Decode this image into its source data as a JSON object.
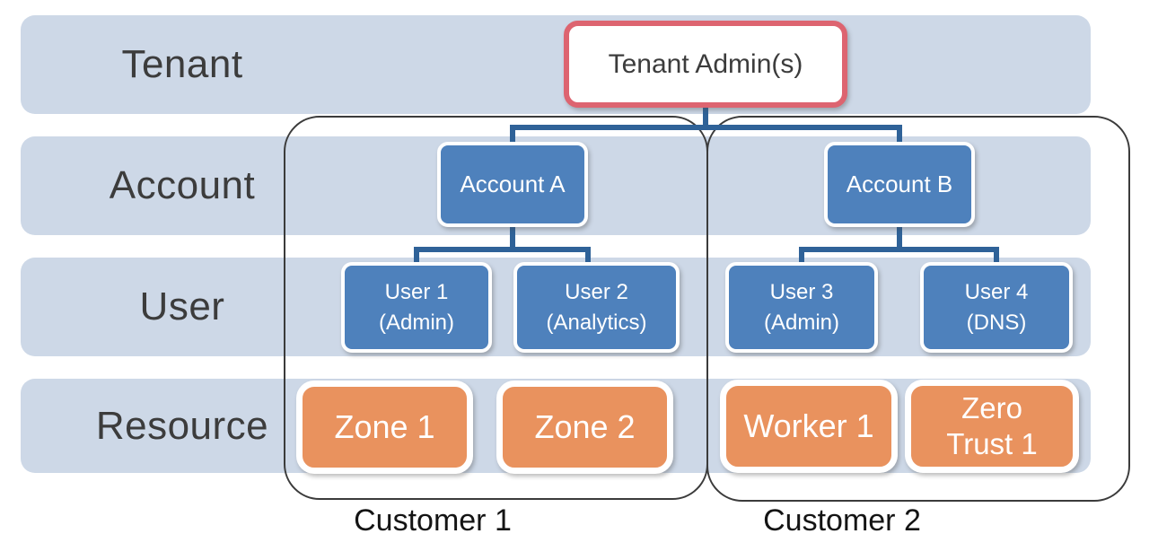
{
  "diagram": {
    "rows": {
      "tenant": "Tenant",
      "account": "Account",
      "user": "User",
      "resource": "Resource"
    },
    "tenant_admin": {
      "label": "Tenant Admin(s)"
    },
    "accounts": {
      "a": {
        "label": "Account A"
      },
      "b": {
        "label": "Account B"
      }
    },
    "users": {
      "u1": {
        "name": "User 1",
        "role": "(Admin)"
      },
      "u2": {
        "name": "User 2",
        "role": "(Analytics)"
      },
      "u3": {
        "name": "User 3",
        "role": "(Admin)"
      },
      "u4": {
        "name": "User 4",
        "role": "(DNS)"
      }
    },
    "resources": {
      "zone1": {
        "label": "Zone 1"
      },
      "zone2": {
        "label": "Zone 2"
      },
      "worker1": {
        "label": "Worker 1"
      },
      "zerotrust1": {
        "line1": "Zero",
        "line2": "Trust 1"
      }
    },
    "groups": {
      "customer1": {
        "label": "Customer 1"
      },
      "customer2": {
        "label": "Customer 2"
      }
    },
    "colors": {
      "level_band": "#cdd8e7",
      "node_blue": "#4e81bc",
      "connector_blue": "#2f6298",
      "node_orange": "#e9925e",
      "admin_border_red": "#dd6470",
      "group_outline_gray": "#3b3b3b",
      "text_dark": "#3c3c3c"
    }
  }
}
